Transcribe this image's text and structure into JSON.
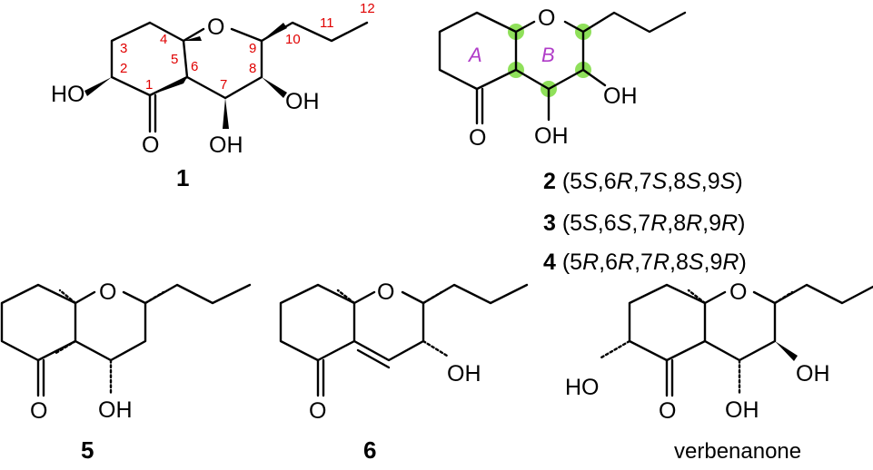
{
  "atoms": {
    "O": "O",
    "OH": "OH",
    "HO": "HO"
  },
  "numbering": [
    "1",
    "2",
    "3",
    "4",
    "5",
    "6",
    "7",
    "8",
    "9",
    "10",
    "11",
    "12"
  ],
  "ring_labels": {
    "A": "A",
    "B": "B"
  },
  "compounds": {
    "c1": {
      "id": "1"
    },
    "c2": {
      "id": "2",
      "config_open": " (5",
      "s5": "S",
      "c6": ",6",
      "s6": "R",
      "c7": ",7",
      "s7": "S",
      "c8": ",8",
      "s8": "S",
      "c9": ",9",
      "s9": "S",
      "close": ")"
    },
    "c3": {
      "id": "3",
      "config_open": " (5",
      "s5": "S",
      "c6": ",6",
      "s6": "S",
      "c7": ",7",
      "s7": "R",
      "c8": ",8",
      "s8": "R",
      "c9": ",9",
      "s9": "R",
      "close": ")"
    },
    "c4": {
      "id": "4",
      "config_open": " (5",
      "s5": "R",
      "c6": ",6",
      "s6": "R",
      "c7": ",7",
      "s7": "R",
      "c8": ",8",
      "s8": "S",
      "c9": ",9",
      "s9": "R",
      "close": ")"
    },
    "c5": {
      "id": "5"
    },
    "c6": {
      "id": "6"
    },
    "verbenanone": {
      "name": "verbenanone"
    }
  },
  "colors": {
    "stereocenter_highlight": "#8fe05a",
    "numbering": "#e00000",
    "ring_label": "#b03cc8"
  }
}
